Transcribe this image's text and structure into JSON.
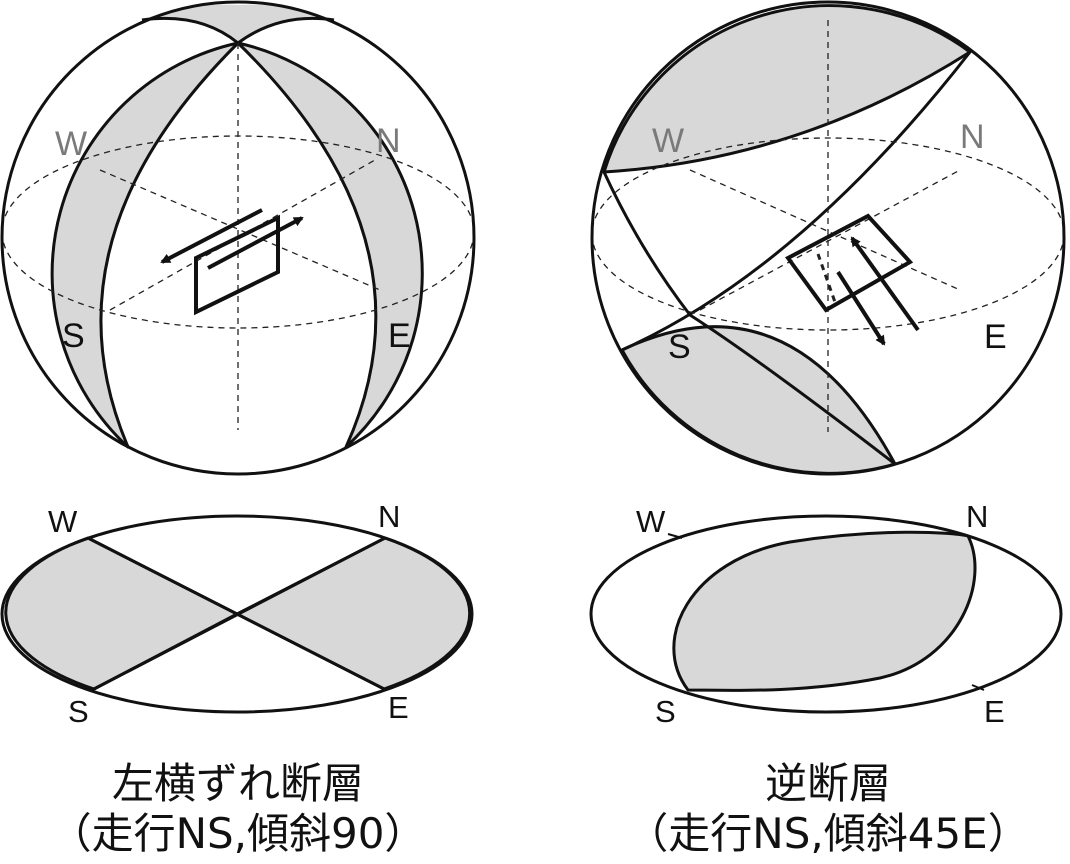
{
  "left": {
    "sphere_labels": {
      "w": "W",
      "n": "N",
      "s": "S",
      "e": "E"
    },
    "beachball_labels": {
      "w": "W",
      "n": "N",
      "s": "S",
      "e": "E"
    },
    "caption_line1": "左横ずれ断層",
    "caption_line2": "（走行NS,傾斜90）"
  },
  "right": {
    "sphere_labels": {
      "w": "W",
      "n": "N",
      "s": "S",
      "e": "E"
    },
    "beachball_labels": {
      "w": "W",
      "n": "N",
      "s": "S",
      "e": "E"
    },
    "caption_line1": "逆断層",
    "caption_line2": "（走行NS,傾斜45E）"
  },
  "colors": {
    "shade": "#d8d8d8",
    "outline": "#111111",
    "grey_label": "#7a7a7a"
  }
}
